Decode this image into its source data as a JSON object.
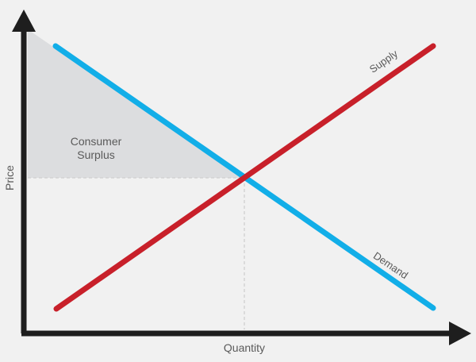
{
  "diagram": {
    "axis_labels": {
      "x": "Quantity",
      "y": "Price"
    },
    "region_label": {
      "line1": "Consumer",
      "line2": "Surplus"
    },
    "curve_labels": {
      "supply": "Supply",
      "demand": "Demand"
    },
    "colors": {
      "background": "#f1f1f1",
      "axis": "#1e1e1e",
      "supply": "#c8202a",
      "demand": "#12aee8",
      "surplus": "#dcdddf",
      "guide": "#cfcfcf",
      "text": "#5a5a5a"
    }
  }
}
